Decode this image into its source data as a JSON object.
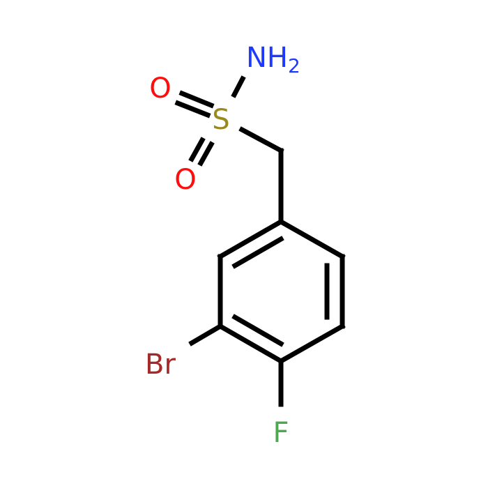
{
  "molecule": {
    "atoms": {
      "nh2": {
        "main": "NH",
        "sub": "2",
        "color": "#1f3aff"
      },
      "s": {
        "label": "S",
        "color": "#9a8a1e"
      },
      "o_top": {
        "label": "O",
        "color": "#ff0d0d"
      },
      "o_bottom": {
        "label": "O",
        "color": "#ff0d0d"
      },
      "br": {
        "label": "Br",
        "color": "#a62929"
      },
      "f": {
        "label": "F",
        "color": "#4fa84f"
      }
    },
    "bond_color": "#000000"
  }
}
